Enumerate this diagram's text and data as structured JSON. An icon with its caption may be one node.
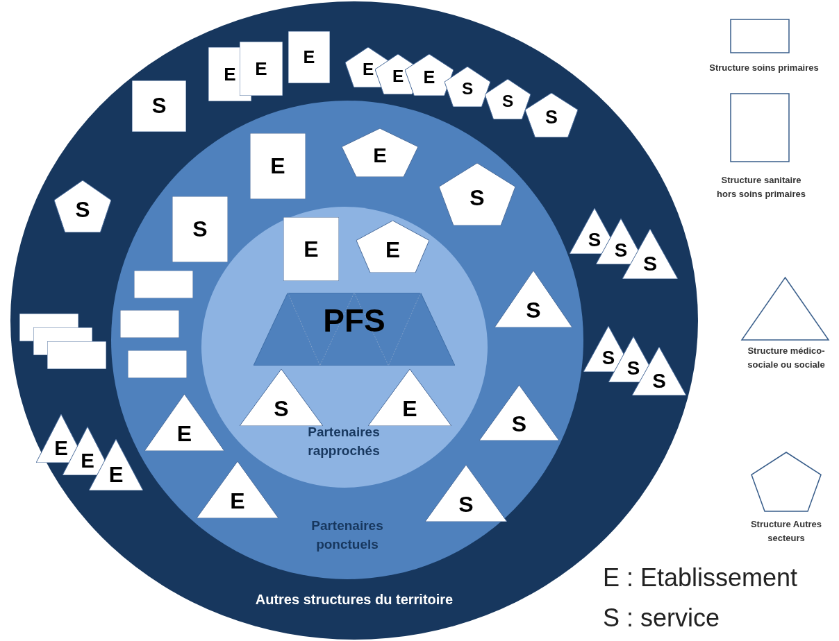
{
  "diagram": {
    "nodes": [
      {
        "text": [
          "Autres structures du territoire"
        ]
      },
      {
        "text": [
          "Partenaires ponctuels"
        ],
        "in": 0
      },
      {
        "text": [
          "Partenaires rapprochés"
        ],
        "in": 1
      },
      {
        "text": [
          "E"
        ],
        "in": 0
      },
      {
        "text": [
          "E"
        ],
        "in": 0
      },
      {
        "text": [
          "E"
        ],
        "in": 0
      },
      {
        "text": [
          "E"
        ],
        "in": 0
      },
      {
        "text": [
          "E"
        ],
        "in": 0
      },
      {
        "text": [
          "E"
        ],
        "in": 0
      },
      {
        "text": [
          "S"
        ],
        "in": 0
      },
      {
        "text": [
          "S"
        ],
        "in": 0
      },
      {
        "text": [
          "S"
        ],
        "in": 0
      },
      {
        "text": [
          "S"
        ],
        "in": 0
      },
      {
        "text": [
          "S"
        ],
        "in": 0
      },
      {
        "text": [
          "S"
        ],
        "in": 0
      },
      {
        "text": [
          "S"
        ],
        "in": 0
      },
      {
        "text": [
          "S"
        ],
        "in": 0
      },
      {
        "text": [],
        "shape": "box",
        "in": 0
      },
      {
        "text": [],
        "shape": "box",
        "in": 0
      },
      {
        "text": [],
        "shape": "box",
        "in": 0
      },
      {
        "text": [
          "S"
        ],
        "in": 0
      },
      {
        "text": [
          "S"
        ],
        "in": 0
      },
      {
        "text": [
          "S"
        ],
        "in": 0
      },
      {
        "text": [
          "E"
        ],
        "in": 0
      },
      {
        "text": [
          "E"
        ],
        "in": 0
      },
      {
        "text": [
          "E"
        ],
        "in": 0
      },
      {
        "text": [
          "E"
        ],
        "in": 1
      },
      {
        "text": [
          "E"
        ],
        "in": 1
      },
      {
        "text": [
          "S"
        ],
        "in": 1
      },
      {
        "text": [
          "S"
        ],
        "in": 1
      },
      {
        "text": [],
        "shape": "box",
        "in": 1
      },
      {
        "text": [
          "S"
        ],
        "in": 1
      },
      {
        "text": [],
        "shape": "box",
        "in": 1
      },
      {
        "text": [],
        "shape": "box",
        "in": 1
      },
      {
        "text": [
          "E"
        ],
        "in": 1
      },
      {
        "text": [
          "S"
        ],
        "in": 1
      },
      {
        "text": [
          "E"
        ],
        "in": 1
      },
      {
        "text": [
          "S"
        ],
        "in": 1
      },
      {
        "text": [
          "E"
        ],
        "in": 2
      },
      {
        "text": [
          "E"
        ],
        "in": 2
      },
      {
        "text": [
          "PFS"
        ],
        "in": 2
      },
      {
        "text": [
          "S"
        ],
        "in": 2
      },
      {
        "text": [
          "E"
        ],
        "in": 2
      }
    ],
    "labels": [
      "E : Etablissement",
      "S : service"
    ],
    "legend": [
      {
        "text": "Structure soins primaires"
      },
      {
        "text": "Structure sanitaire hors soins primaires"
      },
      {
        "text": "Structure médico-sociale ou sociale"
      },
      {
        "text": "Structure Autres secteurs"
      }
    ]
  }
}
